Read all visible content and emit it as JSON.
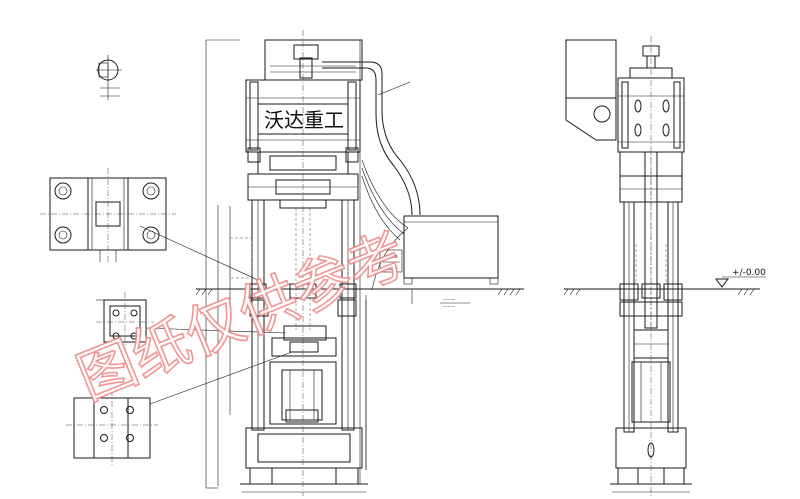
{
  "machine_label": "沃达重工",
  "level_mark": "+/-0.00",
  "watermark": "图纸仅供参考",
  "colors": {
    "line": "#1a1a1a",
    "watermark": "#f08a8a",
    "background": "#ffffff"
  }
}
